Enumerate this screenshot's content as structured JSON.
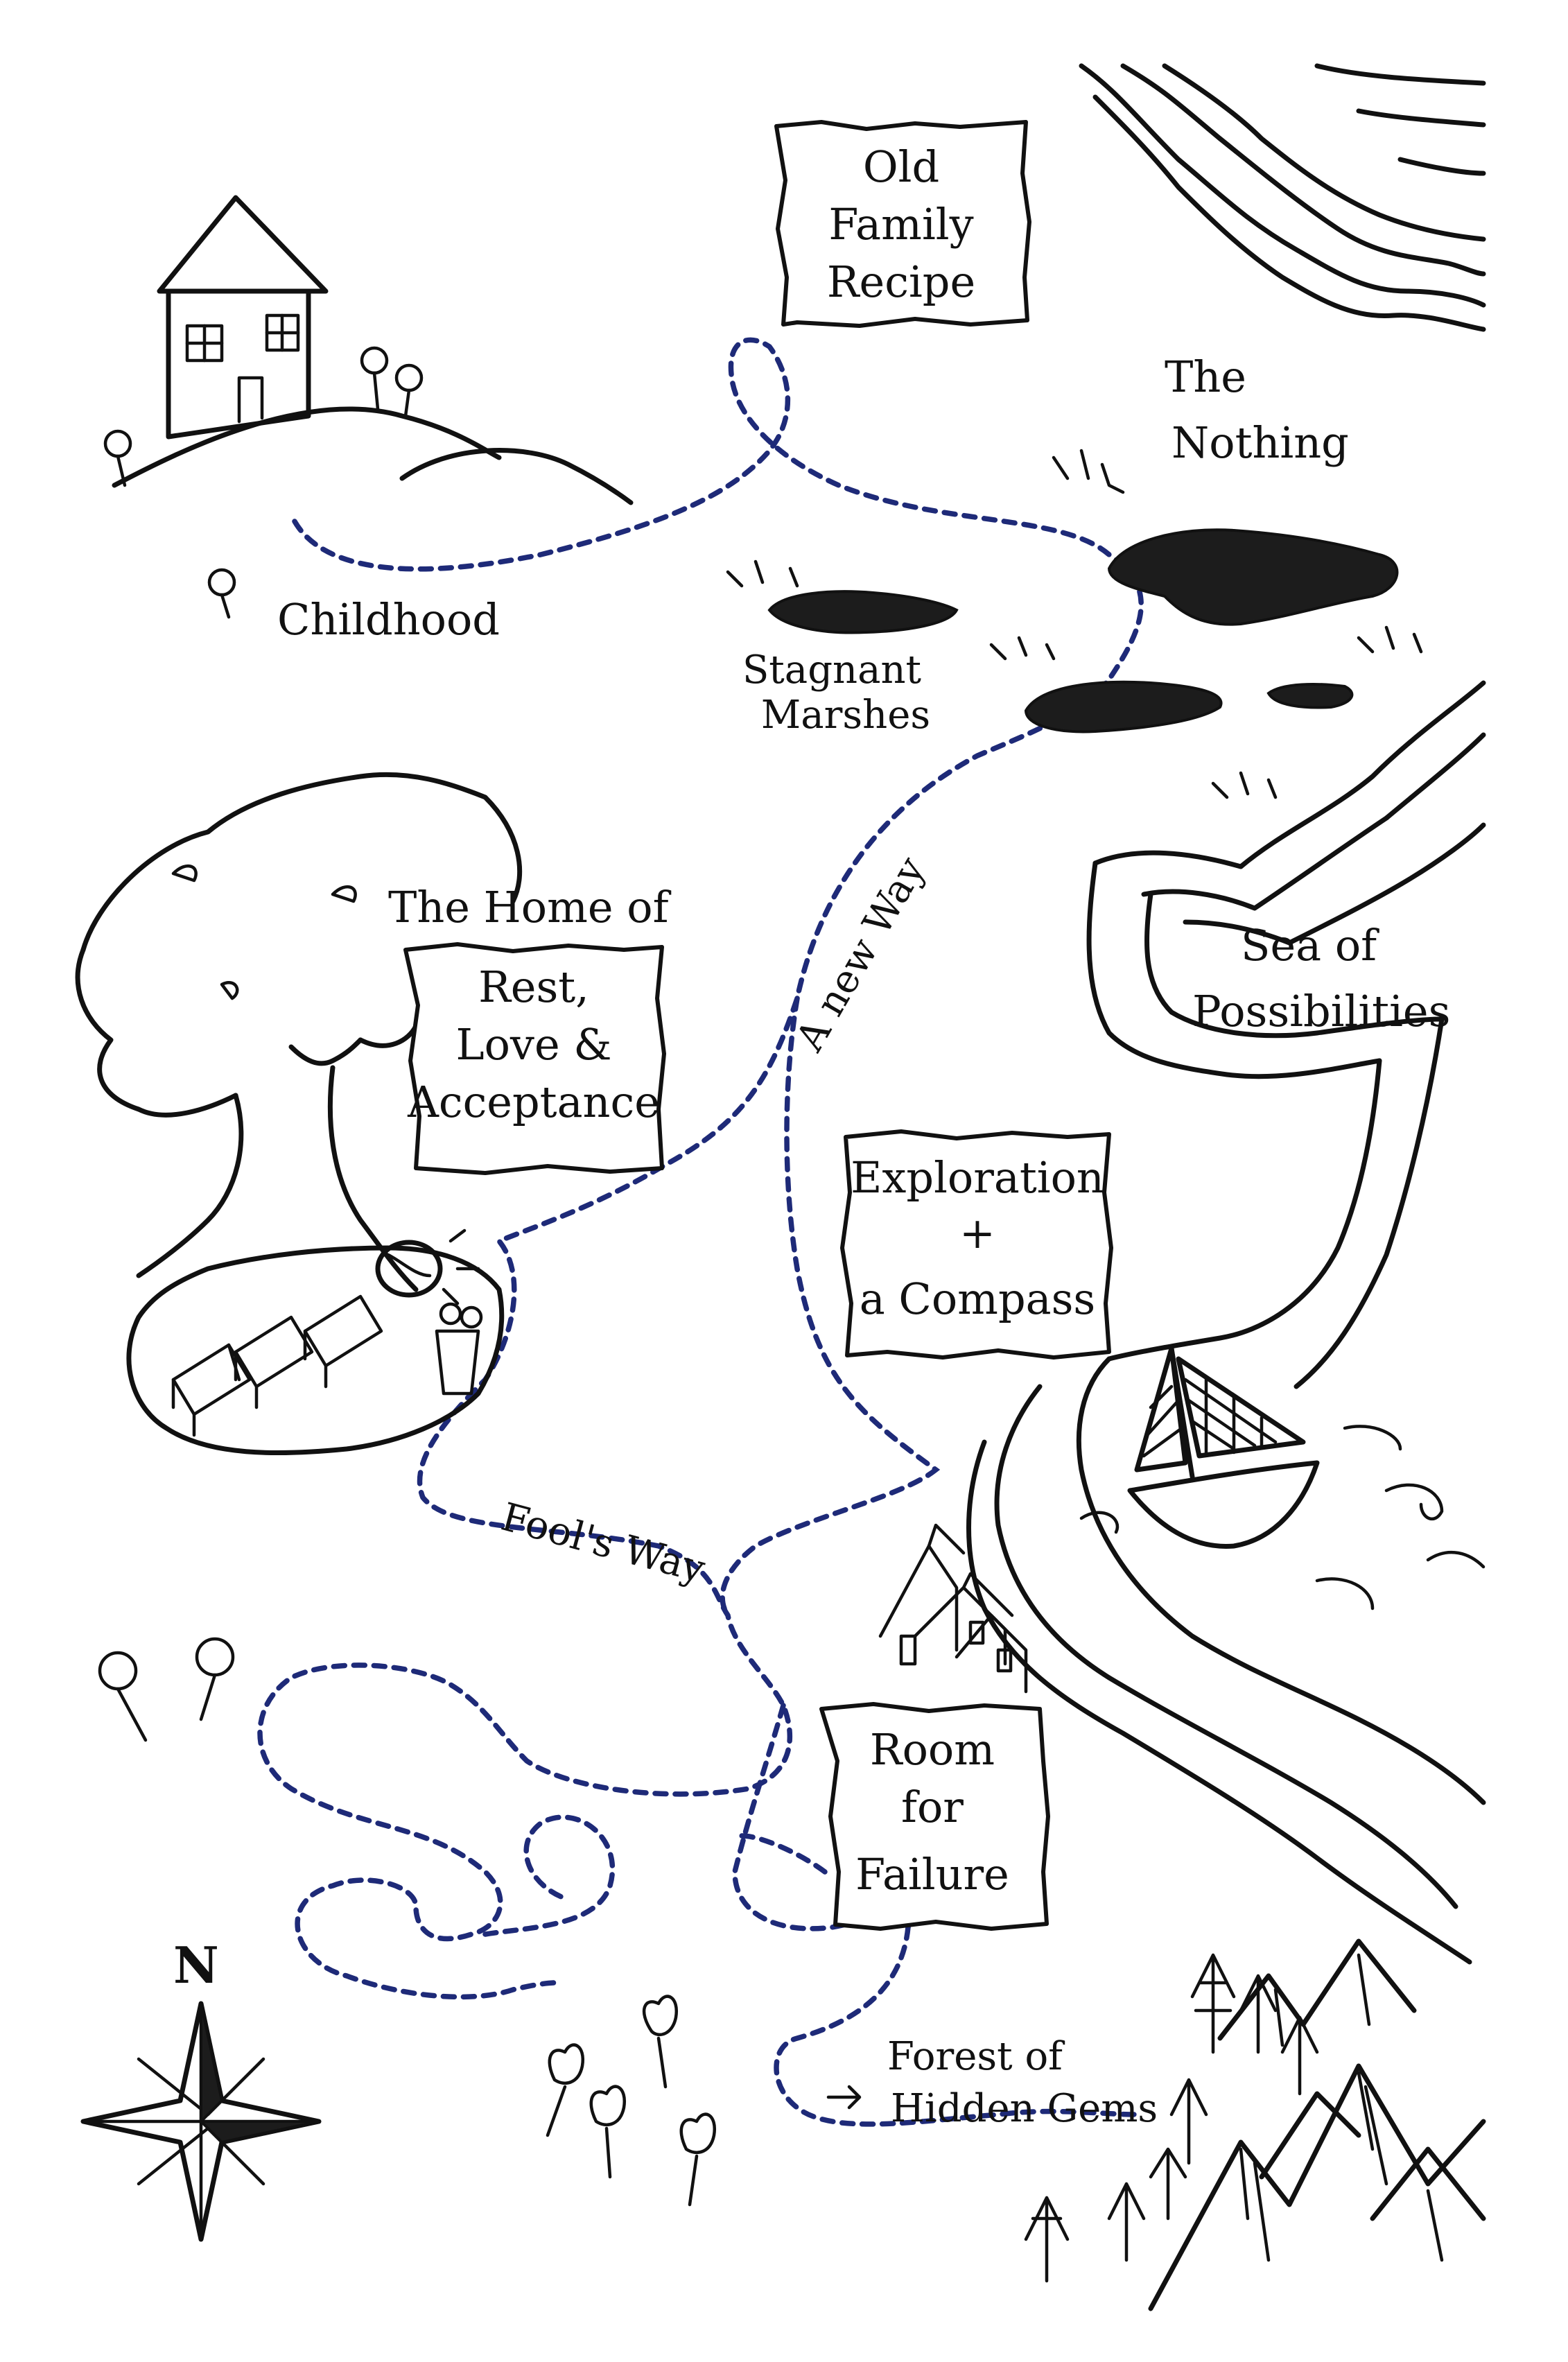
{
  "map": {
    "places": {
      "old_family_recipe": [
        "Old",
        "Family",
        "Recipe"
      ],
      "childhood": "Childhood",
      "the_nothing": [
        "The",
        "Nothing"
      ],
      "stagnant_marshes": [
        "Stagnant",
        "Marshes"
      ],
      "home_title": "The Home of",
      "home_box": [
        "Rest,",
        "Love &",
        "Acceptance"
      ],
      "a_new_way": "A new Way",
      "sea_of_possibilities": [
        "Sea of",
        "Possibilities"
      ],
      "exploration": [
        "Exploration",
        "+",
        "a Compass"
      ],
      "fools_way": "Fool's Way",
      "room_for_failure": [
        "Room",
        "for",
        "Failure"
      ],
      "forest": [
        "Forest of",
        "Hidden Gems"
      ]
    },
    "compass": {
      "north": "N"
    },
    "colors": {
      "ink": "#111111",
      "trail": "#1e2a78",
      "paper": "#ffffff"
    },
    "icons": [
      "house-icon",
      "tree-icon",
      "bed-icon",
      "sailboat-icon",
      "compass-rose-icon",
      "mountain-icon",
      "pine-tree-icon",
      "flower-icon",
      "tulip-icon",
      "cottage-icon"
    ]
  }
}
